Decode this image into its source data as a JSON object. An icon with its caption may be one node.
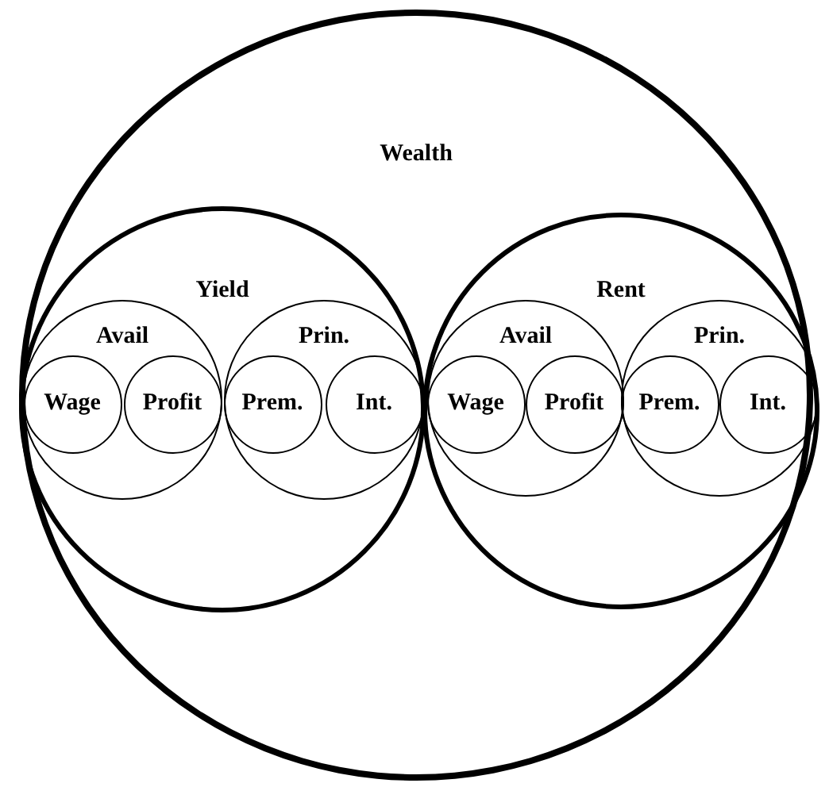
{
  "diagram": {
    "nodes": [
      {
        "text": [
          "Wealth"
        ]
      },
      {
        "text": [
          "Yield"
        ],
        "in": 0
      },
      {
        "text": [
          "Avail"
        ],
        "in": 1
      },
      {
        "text": [
          "Wage"
        ],
        "in": 2
      },
      {
        "text": [
          "Profit"
        ],
        "in": 2
      },
      {
        "text": [
          "Prin."
        ],
        "in": 1
      },
      {
        "text": [
          "Prem."
        ],
        "in": 5
      },
      {
        "text": [
          "Int."
        ],
        "in": 5
      },
      {
        "text": [
          "Rent"
        ],
        "in": 0
      },
      {
        "text": [
          "Avail"
        ],
        "in": 8
      },
      {
        "text": [
          "Wage"
        ],
        "in": 9
      },
      {
        "text": [
          "Profit"
        ],
        "in": 9
      },
      {
        "text": [
          "Prin."
        ],
        "in": 8
      },
      {
        "text": [
          "Prem."
        ],
        "in": 12
      },
      {
        "text": [
          "Int."
        ],
        "in": 12
      }
    ],
    "edges": []
  }
}
